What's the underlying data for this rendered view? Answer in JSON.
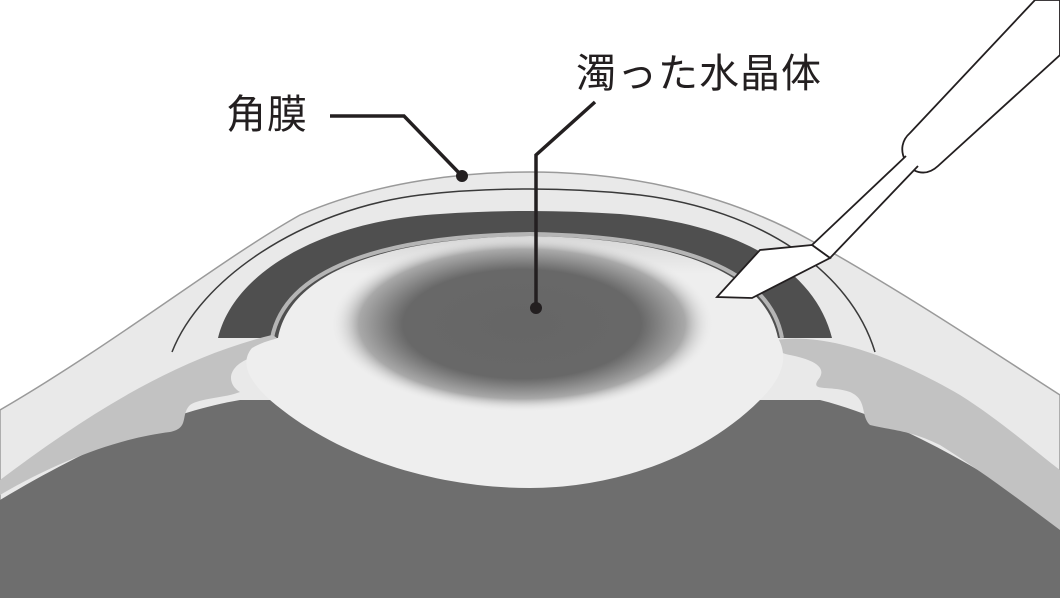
{
  "diagram": {
    "title": "Cataract surgery cross-section illustration",
    "labels": {
      "cornea": "角膜",
      "cloudy_lens": "濁った水晶体"
    },
    "colors": {
      "background": "#ffffff",
      "cornea_fill": "#e9e9e9",
      "cornea_outline": "#9a9a9a",
      "anterior_chamber_line": "#3a3a3a",
      "iris_dark": "#4f4f4f",
      "iris_light": "#c2c2c2",
      "lens_fill": "#eeeeee",
      "cataract_opacity": "#666666",
      "vitreous_body": "#6e6e6e",
      "leader_line": "#231f20",
      "instrument_fill": "#ffffff",
      "instrument_stroke": "#231f20"
    },
    "elements": [
      "cornea",
      "iris",
      "cloudy-lens",
      "surgical-instrument"
    ]
  }
}
